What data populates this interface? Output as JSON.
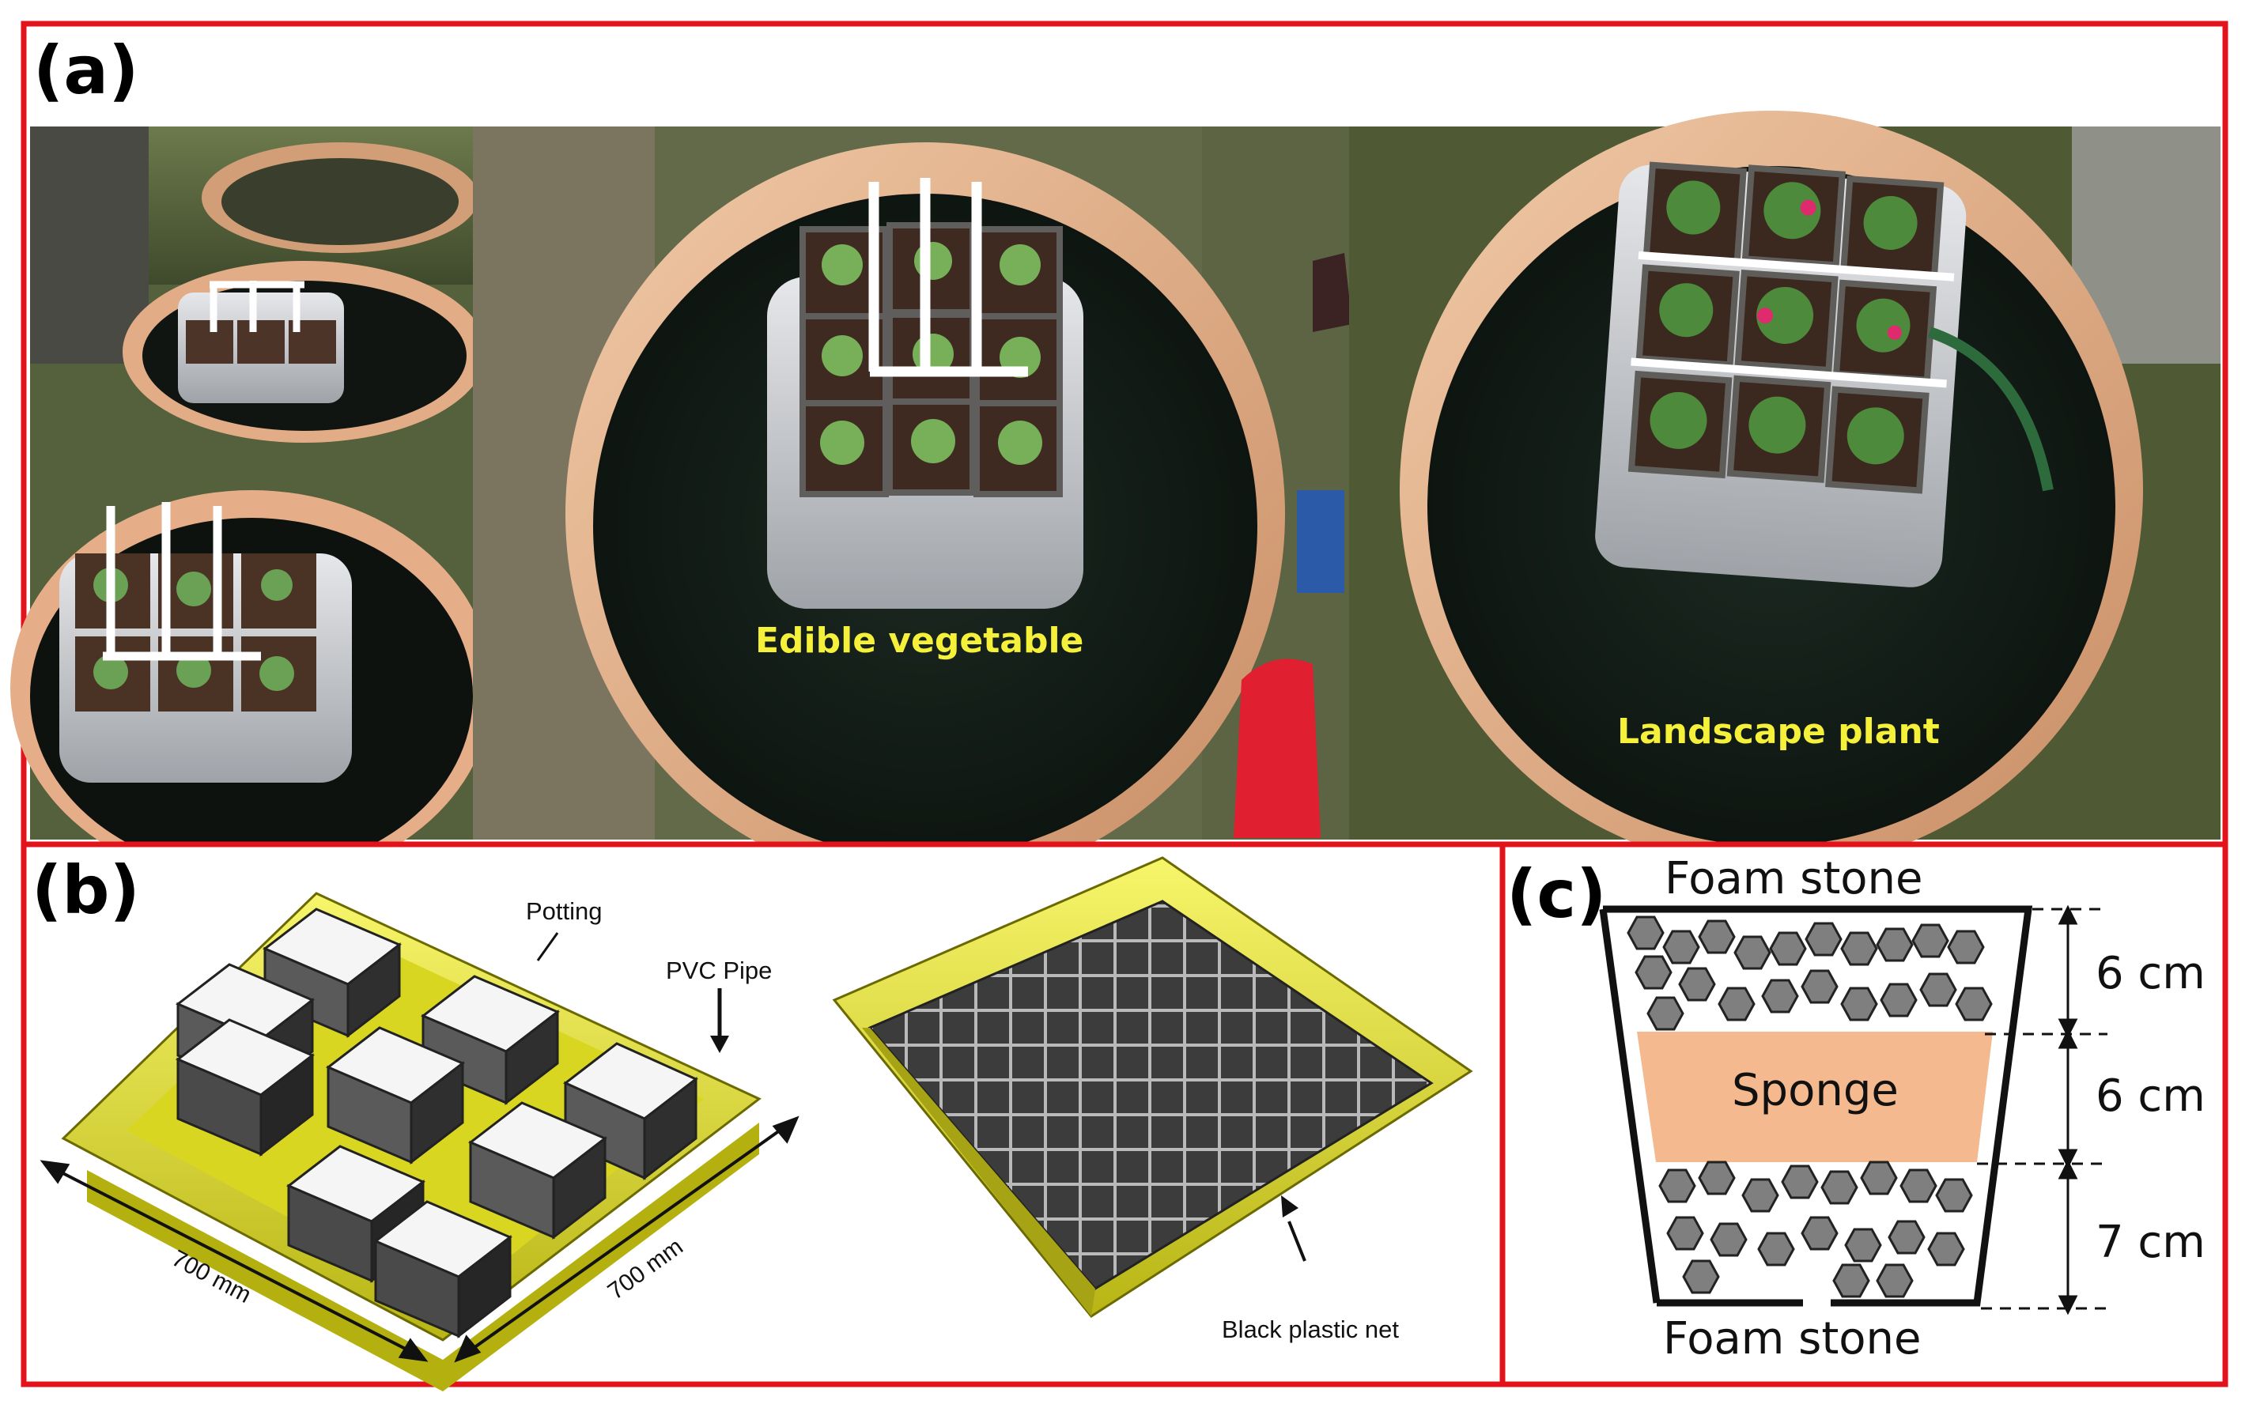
{
  "panels": {
    "a": {
      "letter": "(a)",
      "label_vegetable": "Edible vegetable",
      "label_landscape": "Landscape plant"
    },
    "b": {
      "letter": "(b)",
      "label_potting": "Potting",
      "label_pvc": "PVC Pipe",
      "label_dim_left": "700 mm",
      "label_dim_right": "700 mm",
      "label_net": "Black plastic net"
    },
    "c": {
      "letter": "(c)",
      "label_top": "Foam stone",
      "label_sponge": "Sponge",
      "label_bottom": "Foam stone",
      "label_dim_1": "6 cm",
      "label_dim_2": "6 cm",
      "label_dim_3": "7 cm"
    }
  },
  "colors": {
    "frame": "#e3131b",
    "float": "#e6e32e",
    "sponge": "#f4b98e",
    "stone": "#7f7f7f",
    "label": "#f5f03a"
  }
}
